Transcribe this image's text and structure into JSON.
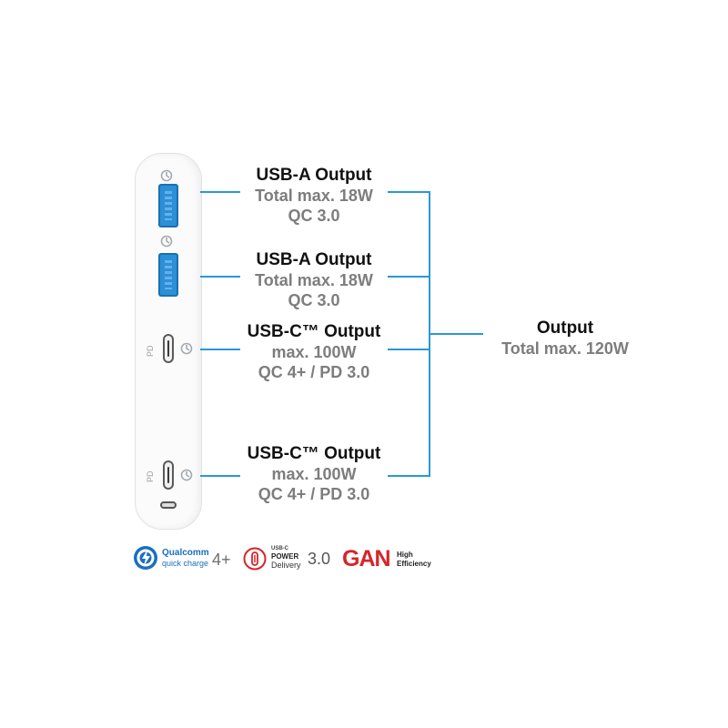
{
  "ports": [
    {
      "title": "USB-A Output",
      "line1": "Total max. 18W",
      "line2": "QC 3.0"
    },
    {
      "title": "USB-A Output",
      "line1": "Total max. 18W",
      "line2": "QC 3.0"
    },
    {
      "title": "USB-C™ Output",
      "line1": "max. 100W",
      "line2": "QC 4+ / PD 3.0"
    },
    {
      "title": "USB-C™ Output",
      "line1": "max. 100W",
      "line2": "QC 4+ / PD 3.0"
    }
  ],
  "output": {
    "title": "Output",
    "line1": "Total max. 120W"
  },
  "device": {
    "pd_label": "PD"
  },
  "logos": {
    "qualcomm": {
      "brand": "Qualcomm",
      "product": "quick charge",
      "version": "4+"
    },
    "usb_pd": {
      "small": "USB-C",
      "line1": "POWER",
      "line2": "Delivery",
      "version": "3.0"
    },
    "gan": {
      "brand": "GAN",
      "line1": "High",
      "line2": "Efficiency"
    }
  },
  "colors": {
    "connector_line": "#2b97d9",
    "usb_a_port": "#2d8fd6",
    "gan_red": "#d7242a",
    "qc_blue": "#1a6fc0",
    "title_text": "#111111",
    "spec_text": "#7d7d7d"
  }
}
